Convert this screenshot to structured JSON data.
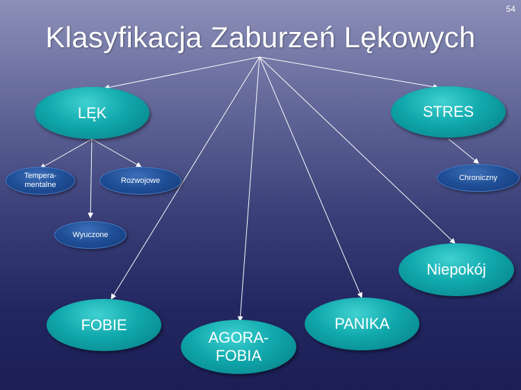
{
  "slide": {
    "number": "54",
    "title": "Klasyfikacja Zaburzeń Lękowych"
  },
  "nodes": {
    "lek": "LĘK",
    "stres": "STRES",
    "temperamentalne": "Tempera-\nmentalne",
    "rozwojowe": "Rozwojowe",
    "wyuczone": "Wyuczone",
    "chroniczny": "Chroniczny",
    "niepokoj": "Niepokój",
    "fobie": "FOBIE",
    "agorafobia": "AGORA-\nFOBIA",
    "panika": "PANIKA"
  },
  "colors": {
    "primary_node": "#10a8ac",
    "secondary_node": "#1f4e96",
    "arrow": "#ffffff"
  }
}
